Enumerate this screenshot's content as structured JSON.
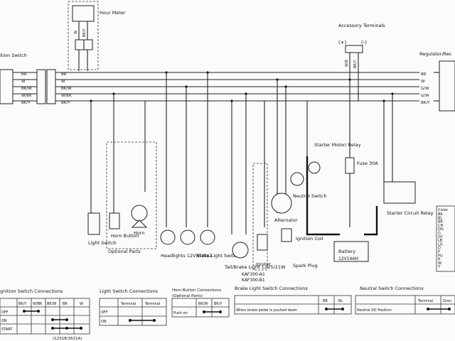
{
  "components": {
    "hour_meter": "Hour Meter",
    "accessory_terminals": "Accessory Terminals",
    "accessory_plus": "(+)",
    "accessory_minus": "(-)",
    "ignition_switch_partial": "ition Switch",
    "regulator_partial": "Regulator/Rec",
    "starter_motor_relay": "Starter Motor/ Relay",
    "fuse": "Fuse 30A",
    "neutral_switch": "Neutral Switch",
    "alternator": "Alternator",
    "ignition_coil": "Ignition Coil",
    "spark_plug": "Spark Plug",
    "igniter": "Igniter",
    "battery": "Battery",
    "battery_rating": "12V14AH",
    "starter_circuit_relay": "Starter Circuit Relay",
    "light_switch": "Light Switch",
    "horn_button": "Horn Button",
    "horn": "Horn",
    "optional_parts": "Optional Parts",
    "headlights": "Headlights 12V35Wx2",
    "brake_light_switch": "Brake Light Switch",
    "tail_brake_light": "Tail/Brake Light 12V5/21W",
    "model_a1": "KAF300-A1",
    "model_b1": "KAF300-B1"
  },
  "wire_labels": {
    "left_connector": [
      "BR",
      "W",
      "BK/W",
      "W/BK",
      "BK/Y"
    ],
    "left_bundle": [
      "BR",
      "W",
      "BK/W",
      "W/BK",
      "BK/Y"
    ],
    "right_bundle": [
      "BR",
      "W",
      "G/W",
      "G/W",
      "BK/Y"
    ],
    "hour_meter": [
      "W",
      "BK/Y"
    ],
    "accessory": [
      "W/R",
      "BK/Y"
    ]
  },
  "color_legend": {
    "header": "Color",
    "codes": [
      "BK",
      "BL",
      "BR",
      "CH",
      "DG",
      "G",
      "GY",
      "LB",
      "LG",
      "O",
      "P",
      "PU",
      "R",
      "W",
      "Y"
    ]
  },
  "tables": {
    "ignition": {
      "title": "gnition Switch Connections",
      "headers": [
        "BK/Y",
        "W/BK",
        "BK/W",
        "BR",
        "W"
      ],
      "rows": [
        "OFF",
        "ON",
        "START"
      ],
      "part_no": "(12318/1621A)"
    },
    "light": {
      "title": "Light Switch Connections",
      "headers": [
        "Terminal",
        "Terminal"
      ],
      "rows": [
        "OFF",
        "ON"
      ]
    },
    "horn": {
      "title": "Horn Button Connections",
      "subtitle": "(Optional Parts)",
      "headers": [
        "BK/W",
        "BK/Y"
      ],
      "rows": [
        "Push on"
      ]
    },
    "brake": {
      "title": "Brake Light Switch Connections",
      "headers": [
        "BR",
        "BL"
      ],
      "rows": [
        "When brake pedal is pushed down"
      ]
    },
    "neutral": {
      "title": "Neutral Switch Connections",
      "headers": [
        "Terminal",
        "Grou"
      ],
      "rows": [
        "Neutral (N) Position"
      ]
    }
  }
}
